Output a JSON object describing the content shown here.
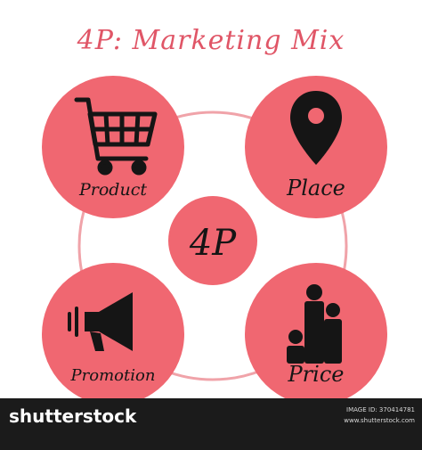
{
  "title": "4P: Marketing Mix",
  "center": {
    "label": "4P"
  },
  "nodes": [
    {
      "label": "Product",
      "icon": "shopping-cart-icon"
    },
    {
      "label": "Place",
      "icon": "map-pin-icon"
    },
    {
      "label": "Promotion",
      "icon": "megaphone-icon"
    },
    {
      "label": "Price",
      "icon": "coin-stacks-icon"
    }
  ],
  "footer": {
    "logo": "shutterstock",
    "image_id": "IMAGE ID: 370414781",
    "site": "www.shutterstock.com"
  },
  "colors": {
    "circle": "#f06771",
    "ink": "#151515",
    "title": "#e05667",
    "ring": "#f0a3a9",
    "footer": "#1b1b1b"
  }
}
